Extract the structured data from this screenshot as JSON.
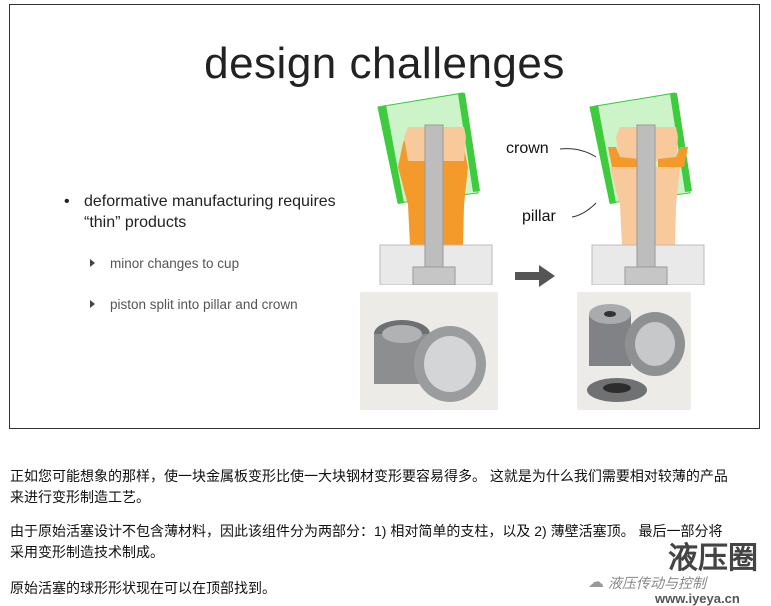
{
  "slide": {
    "title": "design challenges",
    "bullet": "deformative manufacturing requires “thin” products",
    "subs": [
      "minor changes to cup",
      "piston split into pillar and crown"
    ],
    "labels": {
      "crown": "crown",
      "pillar": "pillar"
    }
  },
  "paragraphs": [
    "正如您可能想象的那样，使一块金属板变形比使一大块钢材变形要容易得多。 这就是为什么我们需要相对较薄的产品来进行变形制造工艺。",
    "由于原始活塞设计不包含薄材料，因此该组件分为两部分：1) 相对简单的支柱，以及 2) 薄壁活塞顶。 最后一部分将采用变形制造技术制成。",
    "原始活塞的球形形状现在可以在顶部找到。"
  ],
  "watermark": {
    "logo": "液压圈",
    "account": "液压传动与控制",
    "url": "www.iyeya.cn"
  }
}
